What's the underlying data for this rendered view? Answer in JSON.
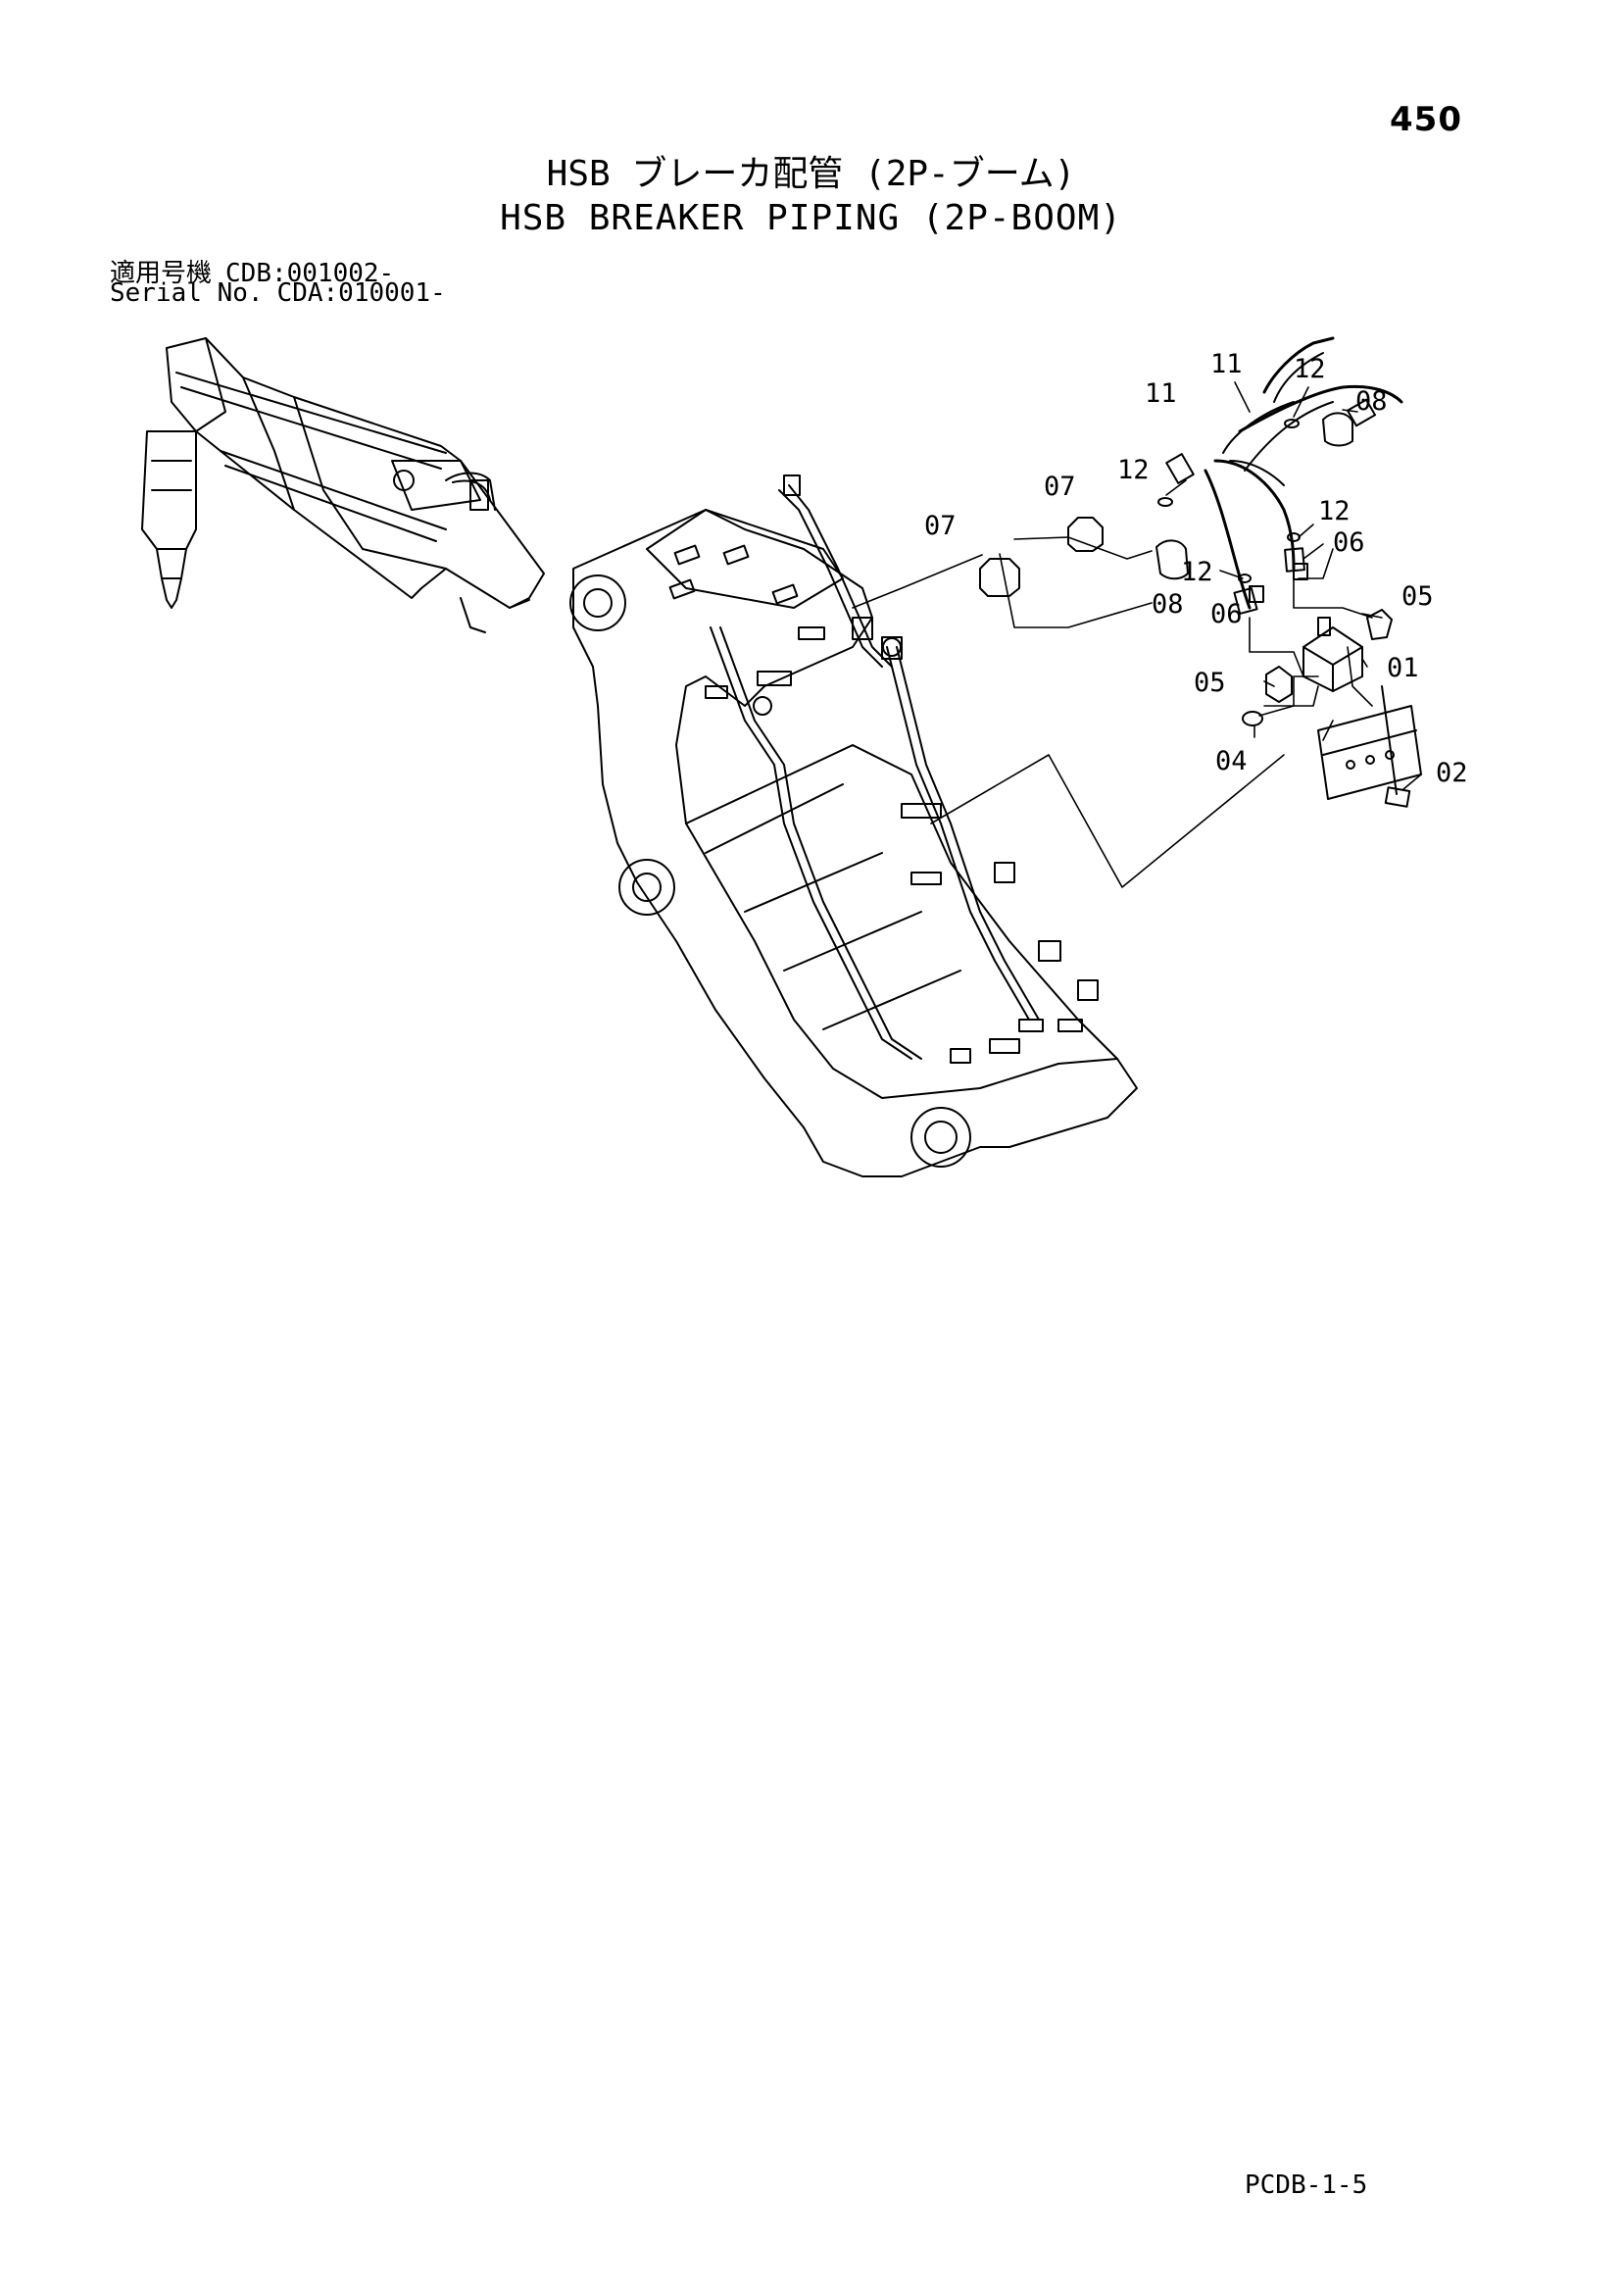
{
  "page_number": "450",
  "title_jp": "HSB ブレーカ配管 (2P-ブーム)",
  "title_en": "HSB BREAKER PIPING (2P-BOOM)",
  "applicability": [
    {
      "label": "適用号機",
      "value": "CDB:001002-"
    },
    {
      "label": "Serial No.",
      "value": "CDA:010001-"
    }
  ],
  "callouts": [
    "11",
    "12",
    "08",
    "11",
    "07",
    "12",
    "07",
    "12",
    "06",
    "12",
    "08",
    "06",
    "05",
    "05",
    "01",
    "04",
    "02"
  ],
  "footer_code": "PCDB-1-5"
}
